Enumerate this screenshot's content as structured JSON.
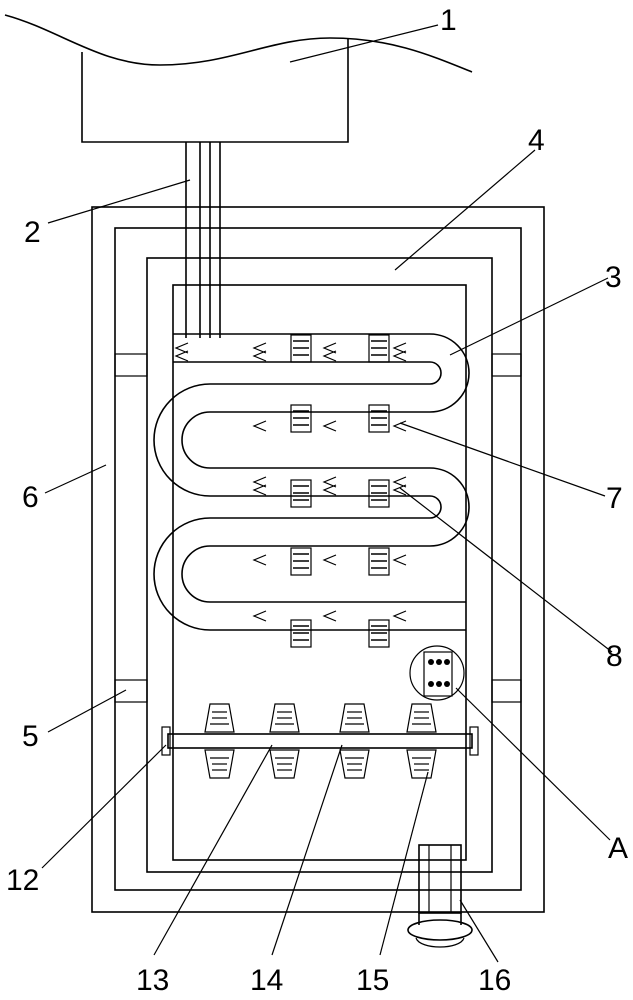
{
  "labels": {
    "l1": "1",
    "l2": "2",
    "l3": "3",
    "l4": "4",
    "l5": "5",
    "l6": "6",
    "l7": "7",
    "l8": "8",
    "lA": "A",
    "l12": "12",
    "l13": "13",
    "l14": "14",
    "l15": "15",
    "l16": "16"
  }
}
